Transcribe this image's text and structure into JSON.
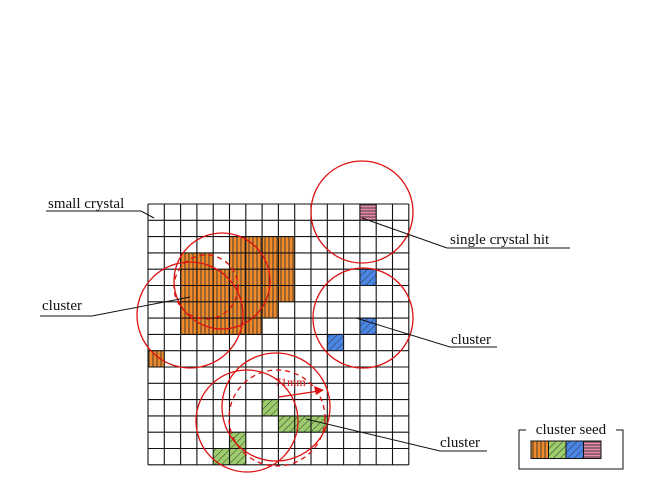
{
  "labels": {
    "small_crystal": "small crystal",
    "cluster_left": "cluster",
    "single_hit": "single crystal hit",
    "cluster_right": "cluster",
    "cluster_bottom": "cluster",
    "distance": "71mm",
    "legend_title": "cluster seed"
  },
  "grid": {
    "columns": 16,
    "rows": 16
  },
  "colors": {
    "orange": "#f08a2a",
    "green": "#9ccc6b",
    "blue": "#4a86e6",
    "pink": "#e88aa8",
    "circle": "#dd1111",
    "grid_line": "#111111"
  },
  "hits": {
    "orange": [
      [
        5,
        2
      ],
      [
        6,
        2
      ],
      [
        7,
        2
      ],
      [
        8,
        2
      ],
      [
        2,
        3
      ],
      [
        3,
        3
      ],
      [
        5,
        3
      ],
      [
        6,
        3
      ],
      [
        7,
        3
      ],
      [
        8,
        3
      ],
      [
        2,
        4
      ],
      [
        3,
        4
      ],
      [
        4,
        4
      ],
      [
        5,
        4
      ],
      [
        6,
        4
      ],
      [
        7,
        4
      ],
      [
        8,
        4
      ],
      [
        2,
        5
      ],
      [
        3,
        5
      ],
      [
        4,
        5
      ],
      [
        5,
        5
      ],
      [
        6,
        5
      ],
      [
        7,
        5
      ],
      [
        8,
        5
      ],
      [
        2,
        6
      ],
      [
        3,
        6
      ],
      [
        4,
        6
      ],
      [
        5,
        6
      ],
      [
        6,
        6
      ],
      [
        7,
        6
      ],
      [
        2,
        7
      ],
      [
        3,
        7
      ],
      [
        4,
        7
      ],
      [
        5,
        7
      ],
      [
        6,
        7
      ],
      [
        0,
        9
      ]
    ],
    "green": [
      [
        7,
        12
      ],
      [
        8,
        13
      ],
      [
        9,
        13
      ],
      [
        10,
        13
      ],
      [
        5,
        14
      ],
      [
        4,
        15
      ],
      [
        5,
        15
      ]
    ],
    "blue": [
      [
        13,
        4
      ],
      [
        13,
        7
      ],
      [
        11,
        8
      ]
    ],
    "pink": [
      [
        13,
        0
      ]
    ]
  },
  "legend_swatches": [
    "orange",
    "green",
    "blue",
    "pink"
  ]
}
